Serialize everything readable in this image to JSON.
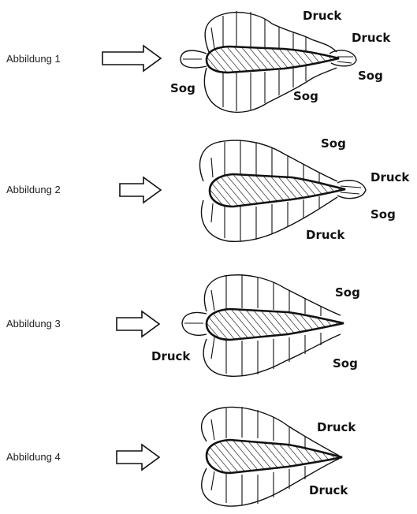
{
  "figures": [
    {
      "label": "Abbildung 1",
      "annotations": {
        "a": "Druck",
        "b": "Druck",
        "c": "Sog",
        "d": "Sog",
        "e": "Sog"
      }
    },
    {
      "label": "Abbildung 2",
      "annotations": {
        "a": "Sog",
        "b": "Druck",
        "c": "Sog",
        "d": "Druck"
      }
    },
    {
      "label": "Abbildung 3",
      "annotations": {
        "a": "Sog",
        "b": "Sog",
        "c": "Druck"
      }
    },
    {
      "label": "Abbildung 4",
      "annotations": {
        "a": "Druck",
        "b": "Druck"
      }
    }
  ]
}
